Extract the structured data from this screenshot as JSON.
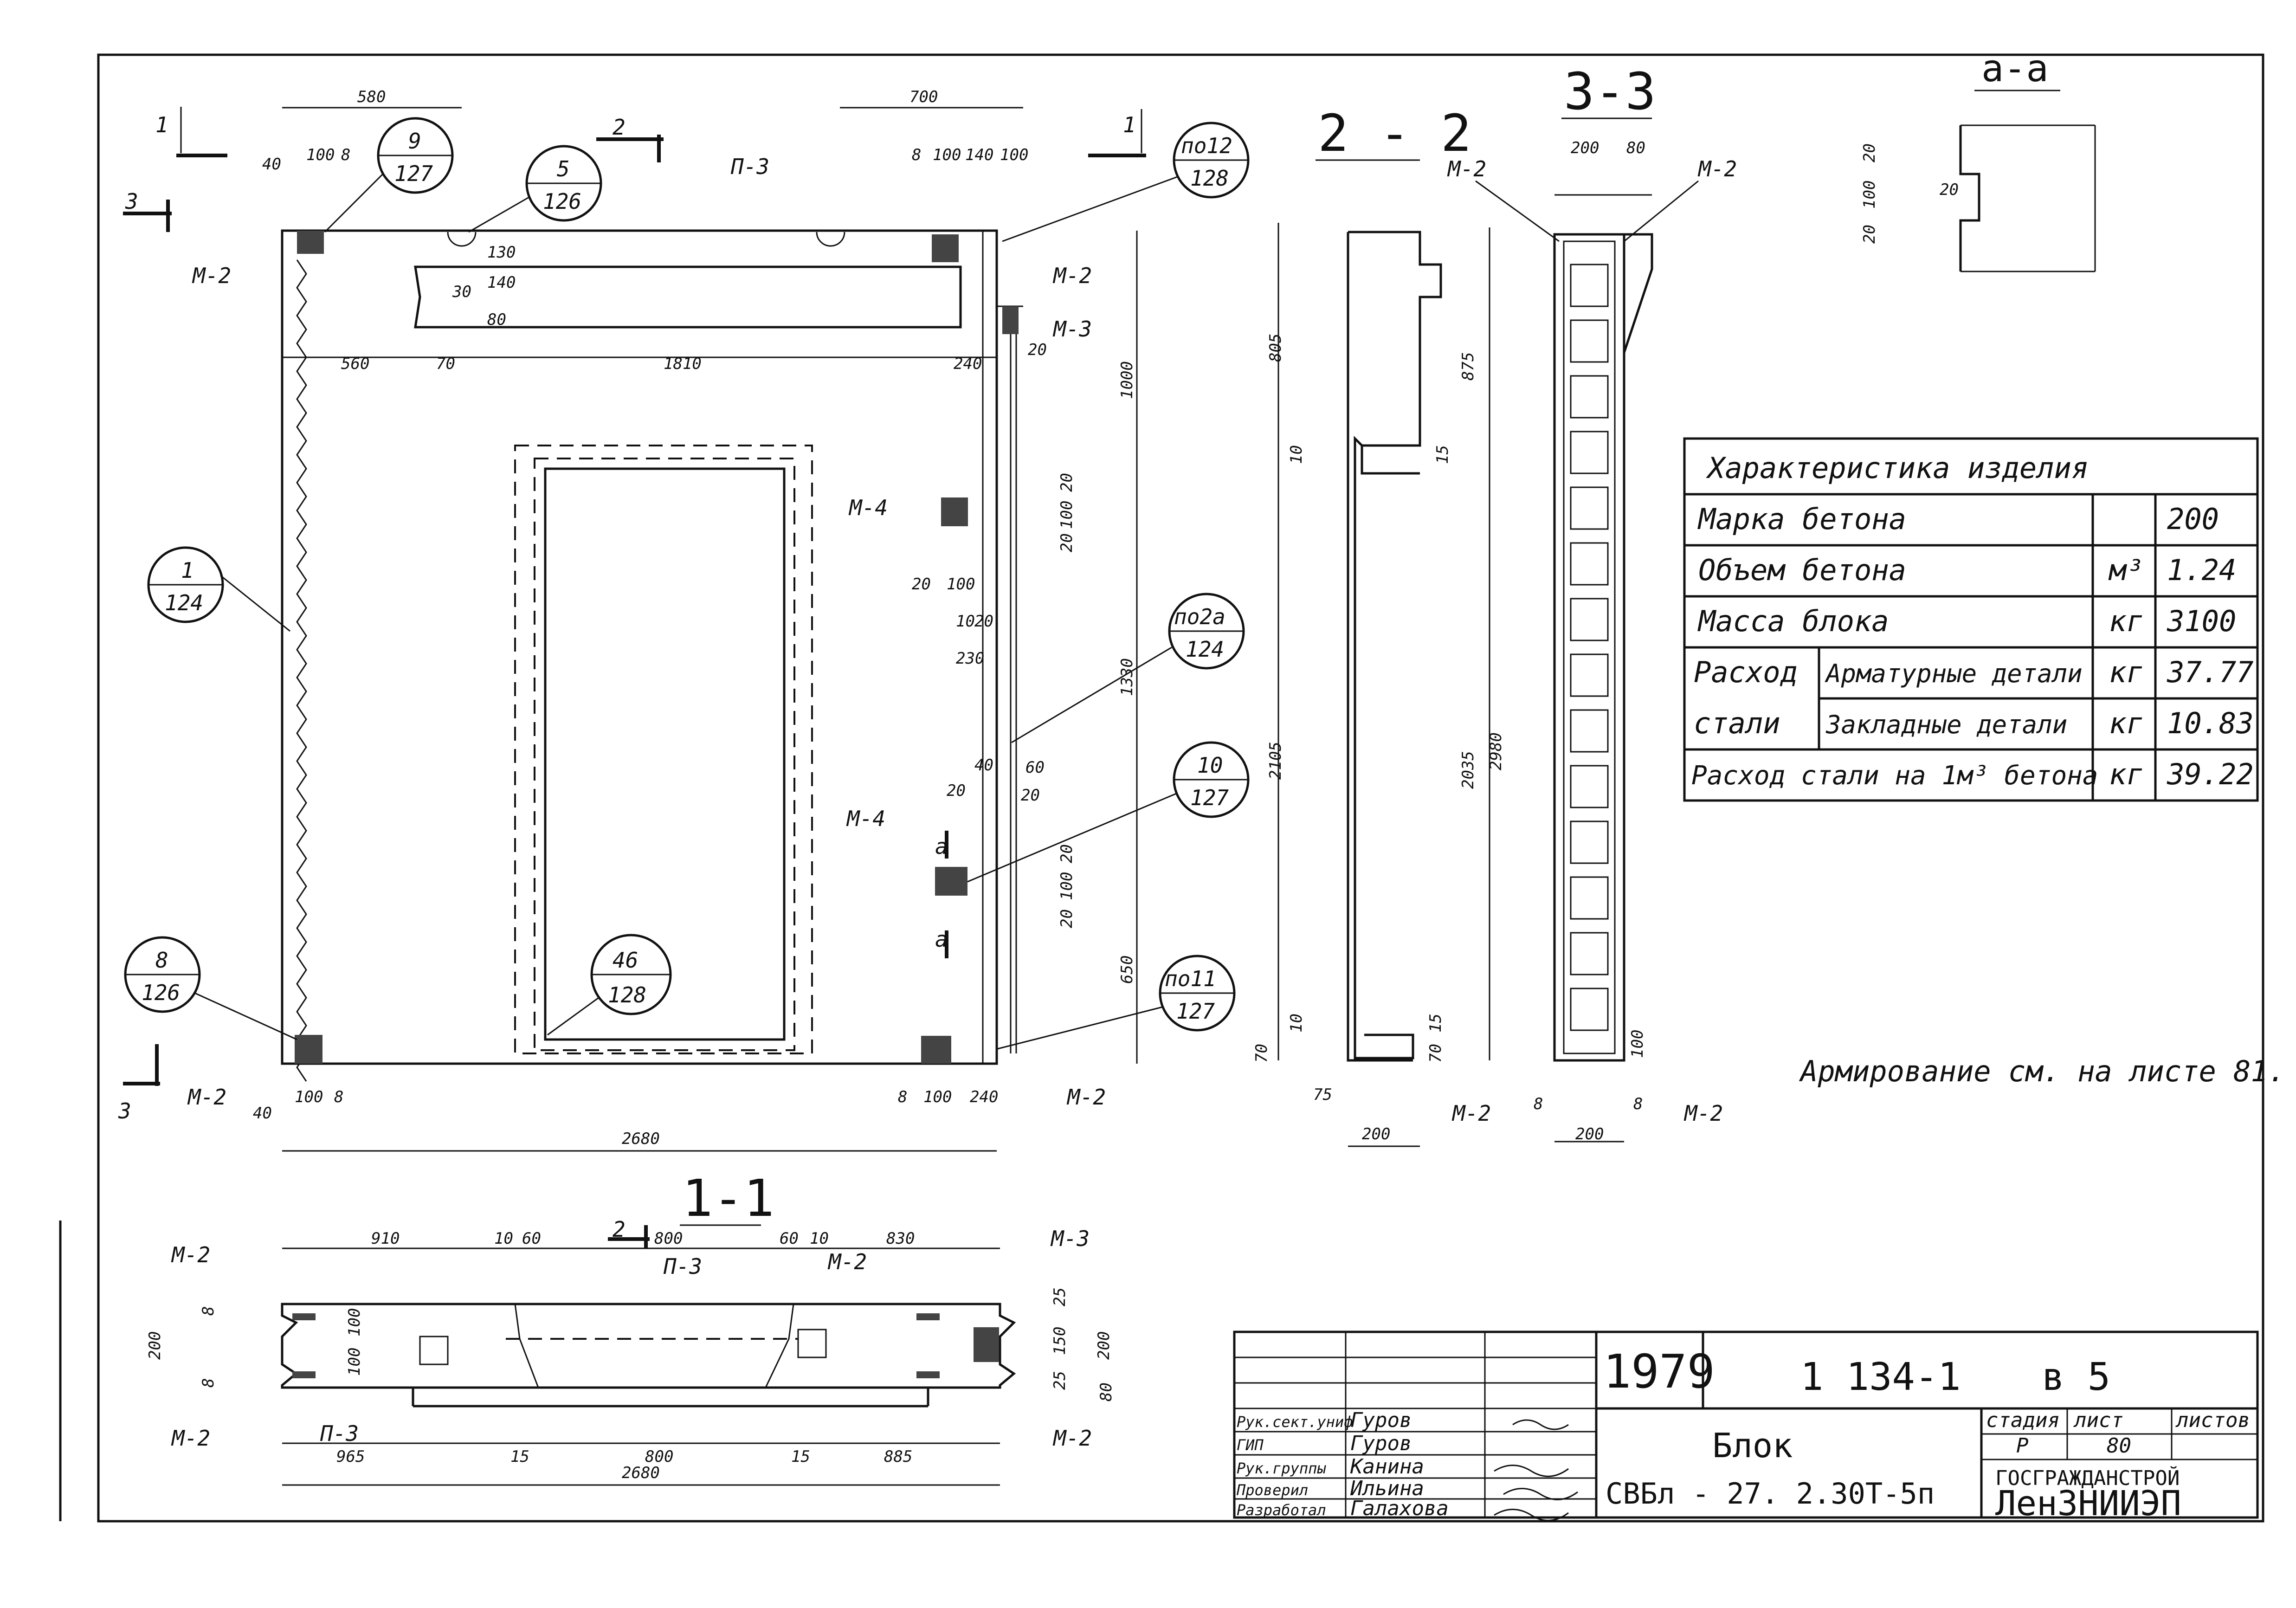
{
  "section_titles": {
    "s22": "2 - 2",
    "s33": "3-3",
    "saa": "а-а",
    "s11": "1-1"
  },
  "plan_dims": {
    "top_580": "580",
    "top_700": "700",
    "top_40": "40",
    "top_100": "100",
    "top_8": "8",
    "tr_8": "8",
    "tr_100": "100",
    "tr_140": "140",
    "tr_100b": "100",
    "left_560": "560",
    "d_70": "70",
    "d_1810": "1810",
    "d_240": "240",
    "d_20": "20",
    "d_130": "130",
    "d_140": "140",
    "d_80": "80",
    "d_30": "30",
    "right_1000": "1000",
    "right_1330": "1330",
    "right_650": "650",
    "m4_20a": "20",
    "m4_100a": "100",
    "m4_20b": "20",
    "m4_20c": "20",
    "m4_100b": "100",
    "m4_10": "10",
    "m4_20d": "20",
    "m4_230": "230",
    "m4_40": "40",
    "m4_60": "60",
    "m4_20e": "20",
    "m4_20f": "20",
    "m4l_20a": "20",
    "m4l_100": "100",
    "m4l_20b": "20",
    "bot_40": "40",
    "bot_100": "100",
    "bot_8": "8",
    "bot_8r": "8",
    "bot_100r": "100",
    "bot_240": "240",
    "bot_total": "2680"
  },
  "callouts": {
    "c9": {
      "top": "9",
      "bottom": "127"
    },
    "c5": {
      "top": "5",
      "bottom": "126"
    },
    "c12": {
      "top": "по12",
      "bottom": "128"
    },
    "c1": {
      "top": "1",
      "bottom": "124"
    },
    "c2a": {
      "top": "по2а",
      "bottom": "124"
    },
    "c10": {
      "top": "10",
      "bottom": "127"
    },
    "c8": {
      "top": "8",
      "bottom": "126"
    },
    "c46": {
      "top": "46",
      "bottom": "128"
    },
    "c11": {
      "top": "по11",
      "bottom": "127"
    }
  },
  "marks": {
    "m2": "М-2",
    "m3": "М-3",
    "m4": "М-4",
    "p3": "П-3",
    "cut1": "1",
    "cut2": "2",
    "cut3": "3",
    "cut_a": "а"
  },
  "sec22_dims": {
    "h805": "805",
    "h10": "10",
    "h2105": "2105",
    "h70": "70",
    "h10b": "10",
    "h875": "875",
    "h15": "15",
    "h2035": "2035",
    "h15b": "15",
    "h70b": "70",
    "h2980": "2980",
    "w75": "75",
    "w200": "200"
  },
  "sec33_dims": {
    "w200": "200",
    "w80": "80",
    "w8": "8",
    "w100": "100",
    "w8b": "8",
    "w200b": "200"
  },
  "secaa_dims": {
    "d20a": "20",
    "d100": "100",
    "d20b": "20",
    "d20c": "20"
  },
  "sec11_dims": {
    "t910": "910",
    "t10": "10",
    "t60": "60",
    "t800": "800",
    "t60b": "60",
    "t10b": "10",
    "t830": "830",
    "l200": "200",
    "l8a": "8",
    "l8b": "8",
    "l100a": "100",
    "l100b": "100",
    "r25a": "25",
    "r150": "150",
    "r25b": "25",
    "r200": "200",
    "r80": "80",
    "b965": "965",
    "b15": "15",
    "b800": "800",
    "b15b": "15",
    "b885": "885",
    "btotal": "2680"
  },
  "characteristics": {
    "title": "Характеристика изделия",
    "rows": [
      {
        "label": "Марка бетона",
        "sub": "",
        "unit": "",
        "value": "200"
      },
      {
        "label": "Объем бетона",
        "sub": "",
        "unit": "м³",
        "value": "1.24"
      },
      {
        "label": "Масса блока",
        "sub": "",
        "unit": "кг",
        "value": "3100"
      },
      {
        "label": "Расход",
        "sub": "Арматурные детали",
        "unit": "кг",
        "value": "37.77"
      },
      {
        "label": "стали",
        "sub": "Закладные детали",
        "unit": "кг",
        "value": "10.83"
      },
      {
        "label": "Расход стали на 1м³ бетона",
        "sub": "",
        "unit": "кг",
        "value": "39.22"
      }
    ]
  },
  "note": "Армирование см. на листе 81.",
  "title_block": {
    "year": "1979",
    "series": "1 134-1",
    "issue": "в 5",
    "name": "Блок",
    "code": "СВБл - 27. 2.30Т-5п",
    "stage_header": "стадия",
    "sheet_header": "лист",
    "sheets_header": "листов",
    "stage": "Р",
    "sheet": "80",
    "org1": "ГОСГРАЖДАНСТРОЙ",
    "org2": "ЛенЗНИИЭП",
    "roles": [
      {
        "role": "Рук.сект.униф",
        "name": "Гуров"
      },
      {
        "role": "ГИП",
        "name": "Гуров"
      },
      {
        "role": "Рук.группы",
        "name": "Канина"
      },
      {
        "role": "Проверил",
        "name": "Ильина"
      },
      {
        "role": "Разработал",
        "name": "Галахова"
      }
    ]
  }
}
